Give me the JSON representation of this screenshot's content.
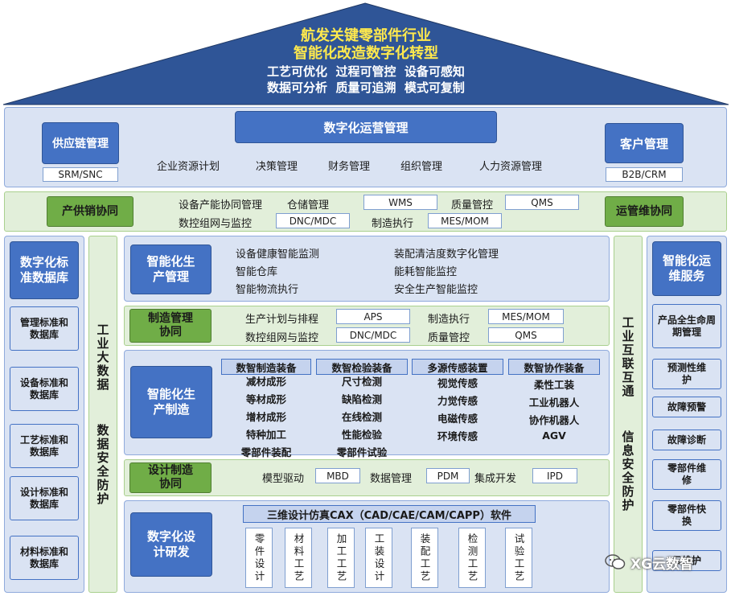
{
  "roof": {
    "line1": "航发关键零部件行业",
    "line2": "智能化改造数字化转型",
    "line3": "工艺可优化  过程可管控  设备可感知",
    "line4": "数据可分析  质量可追溯  模式可复制"
  },
  "ops": {
    "supply_chain": "供应链管理",
    "supply_chain_sub": "SRM/SNC",
    "digital_ops": "数字化运营管理",
    "customer": "客户管理",
    "customer_sub": "B2B/CRM",
    "items": [
      "企业资源计划",
      "决策管理",
      "财务管理",
      "组织管理",
      "人力资源管理"
    ]
  },
  "psm": {
    "title": "产供销协同",
    "equip_mgmt": "设备产能协同管理",
    "warehouse": "仓储管理",
    "wms": "WMS",
    "quality": "质量管控",
    "qms": "QMS",
    "dnc_label": "数控组网与监控",
    "dnc": "DNC/MDC",
    "exec": "制造执行",
    "mes": "MES/MOM",
    "ops_coop": "运管维协同"
  },
  "left": {
    "title": "数字化标准数据库",
    "items": [
      "管理标准和数据库",
      "设备标准和数据库",
      "工艺标准和数据库",
      "设计标准和数据库",
      "材料标准和数据库"
    ],
    "vbar": "工业大数据  数据安全防护"
  },
  "right": {
    "title": "智能化运维服务",
    "items": [
      "产品全生命周期管理",
      "预测性维护",
      "故障预警",
      "故障诊断",
      "零部件维修",
      "零部件快换",
      "云维护"
    ],
    "vbar": "工业互联互通  信息安全防护"
  },
  "smart_prod": {
    "title": "智能化生产管理",
    "items": [
      "设备健康智能监测",
      "装配清洁度数字化管理",
      "智能仓库",
      "能耗智能监控",
      "智能物流执行",
      "安全生产智能监控"
    ]
  },
  "mfg_coop": {
    "title": "制造管理协同",
    "plan": "生产计划与排程",
    "aps": "APS",
    "exec": "制造执行",
    "mes": "MES/MOM",
    "dnc_label": "数控组网与监控",
    "dnc": "DNC/MDC",
    "quality": "质量管控",
    "qms": "QMS"
  },
  "smart_mfg": {
    "title": "智能化生产制造",
    "columns": [
      {
        "header": "数智制造装备",
        "items": [
          "减材成形",
          "等材成形",
          "增材成形",
          "特种加工",
          "零部件装配"
        ]
      },
      {
        "header": "数智检验装备",
        "items": [
          "尺寸检测",
          "缺陷检测",
          "在线检测",
          "性能检验",
          "零部件试验"
        ]
      },
      {
        "header": "多源传感装置",
        "items": [
          "视觉传感",
          "力觉传感",
          "电磁传感",
          "环境传感"
        ]
      },
      {
        "header": "数智协作装备",
        "items": [
          "柔性工装",
          "工业机器人",
          "协作机器人",
          "AGV"
        ]
      }
    ]
  },
  "design_coop": {
    "title": "设计制造协同",
    "model": "模型驱动",
    "mbd": "MBD",
    "data": "数据管理",
    "pdm": "PDM",
    "integ": "集成开发",
    "ipd": "IPD"
  },
  "design_rd": {
    "title": "数字化设计研发",
    "cax": "三维设计仿真CAX（CAD/CAE/CAM/CAPP）软件",
    "tools": [
      "零件设计",
      "材料工艺",
      "加工工艺",
      "工装设计",
      "装配工艺",
      "检测工艺",
      "试验工艺"
    ]
  },
  "watermark": "XG云数智"
}
